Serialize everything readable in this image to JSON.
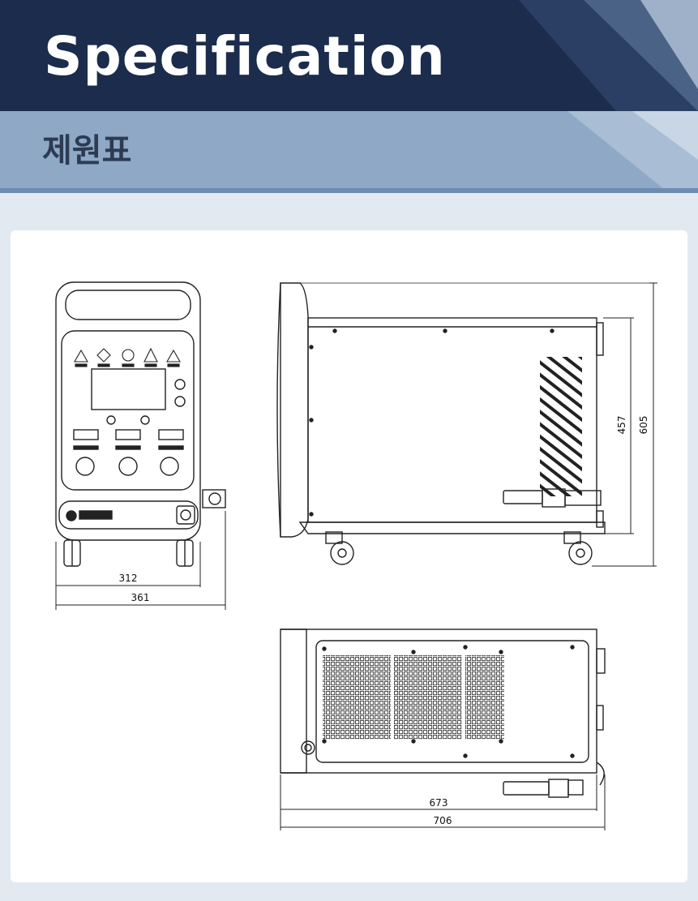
{
  "header": {
    "title_en": "Specification",
    "title_ko": "제원표"
  },
  "dimensions": {
    "front_inner_width": "312",
    "front_outer_width": "361",
    "side_body_height": "457",
    "side_total_height": "605",
    "top_inner_length": "673",
    "top_outer_length": "706"
  },
  "colors": {
    "header_dark": "#1b2c4c",
    "header_light": "#8ea8c6",
    "panel": "#ffffff",
    "background": "#e3e9f0"
  }
}
